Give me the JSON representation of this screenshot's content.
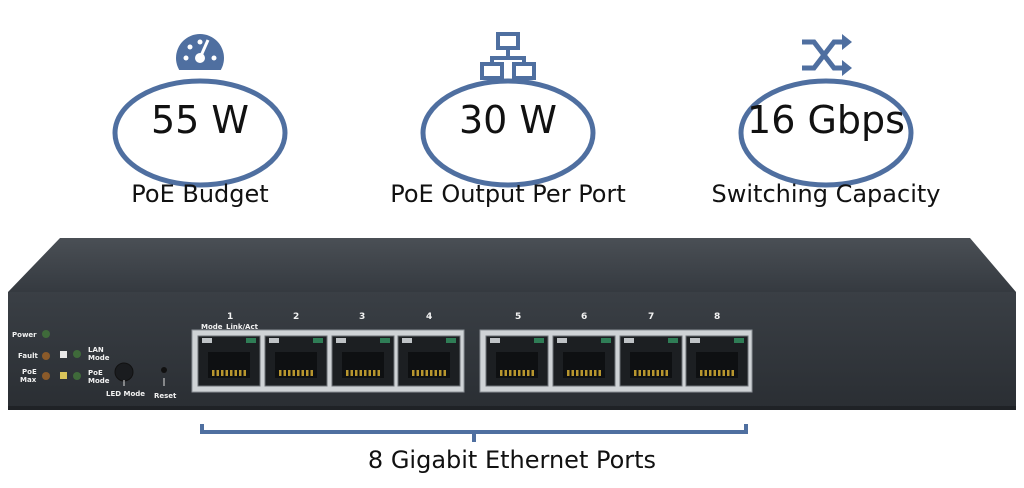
{
  "stats": [
    {
      "icon": "speedometer-icon",
      "value": "55 W",
      "label": "PoE Budget"
    },
    {
      "icon": "network-icon",
      "value": "30 W",
      "label": "PoE Output Per Port"
    },
    {
      "icon": "shuffle-icon",
      "value": "16 Gbps",
      "label": "Switching Capacity"
    }
  ],
  "colors": {
    "accent": "#4f6fa0",
    "chassis": "#2f3338"
  },
  "device": {
    "leds": {
      "power": "Power",
      "fault": "Fault",
      "poe_max_1": "PoE",
      "poe_max_2": "Max",
      "lan_mode_1": "LAN",
      "lan_mode_2": "Mode",
      "poe_mode_1": "PoE",
      "poe_mode_2": "Mode"
    },
    "buttons": {
      "led_mode": "LED Mode",
      "reset": "Reset"
    },
    "port_header": {
      "mode": "Mode",
      "link_act": "Link/Act"
    },
    "ports": [
      "1",
      "2",
      "3",
      "4",
      "5",
      "6",
      "7",
      "8"
    ]
  },
  "bracket_label": "8 Gigabit Ethernet Ports"
}
